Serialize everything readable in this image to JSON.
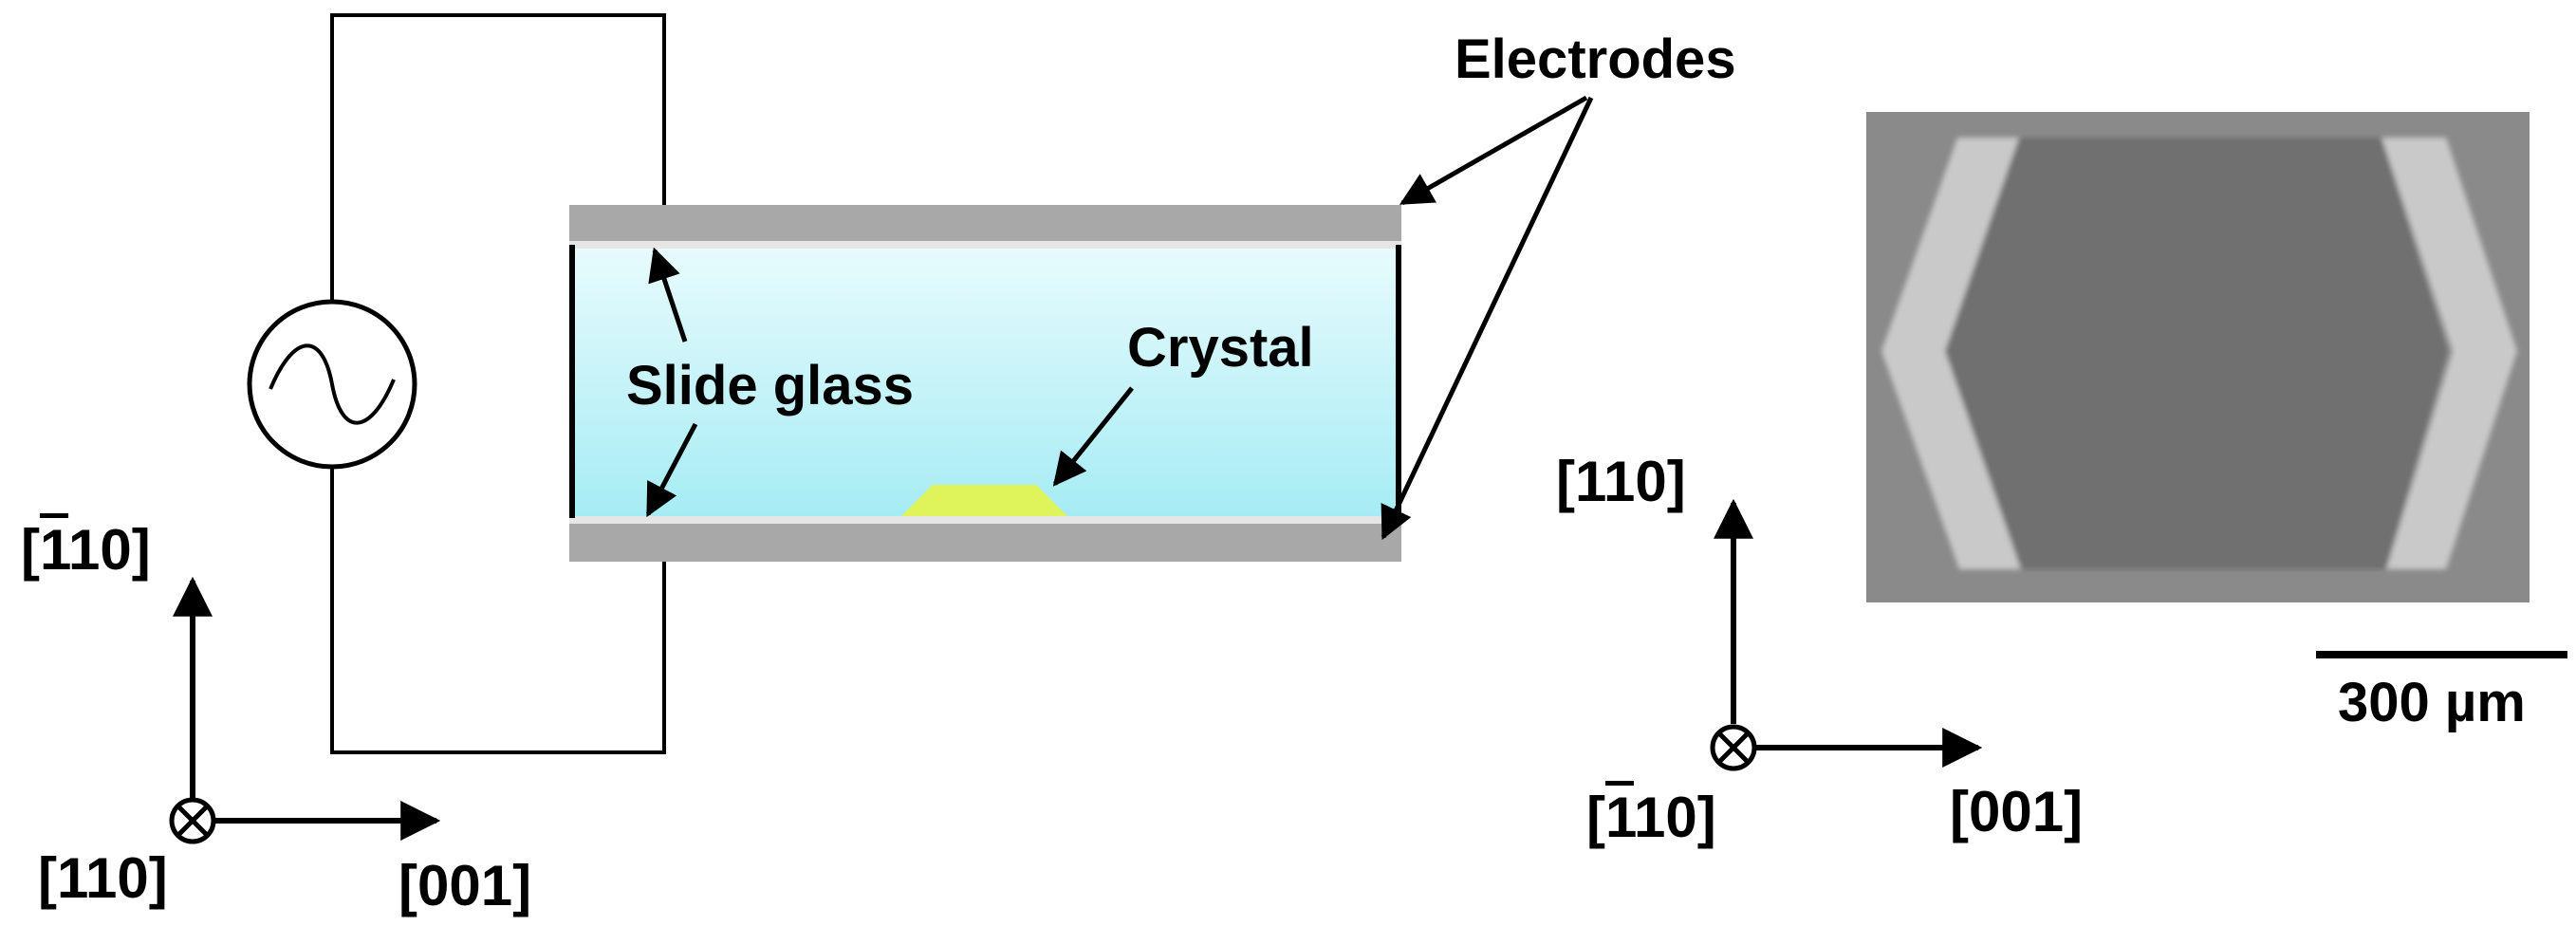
{
  "labels": {
    "electrodes": "Electrodes",
    "slide_glass": "Slide glass",
    "crystal": "Crystal",
    "scale_bar": "300 µm"
  },
  "left_axes": {
    "vertical_open": "[",
    "vertical_bar_digit": "1",
    "vertical_rest": "10]",
    "out_of_plane": "[110]",
    "horizontal": "[001]"
  },
  "right_axes": {
    "vertical": "[110]",
    "out_of_plane_open": "[",
    "out_of_plane_bar_digit": "1",
    "out_of_plane_rest": "10]",
    "horizontal": "[001]"
  },
  "colors": {
    "electrode": "#a8a8a8",
    "slide_glass": "#e6e6e6",
    "liquid_top": "#e8fbfd",
    "liquid_bottom": "#a6ecf4",
    "crystal": "#dff35a",
    "micrograph_background": "#8a8a8a",
    "micrograph_crystal_face": "#6f6f6f",
    "micrograph_crystal_edge": "#c9c9c9"
  },
  "icons": {
    "ac_source": "ac-source-icon",
    "out_of_plane": "circle-cross-icon"
  }
}
